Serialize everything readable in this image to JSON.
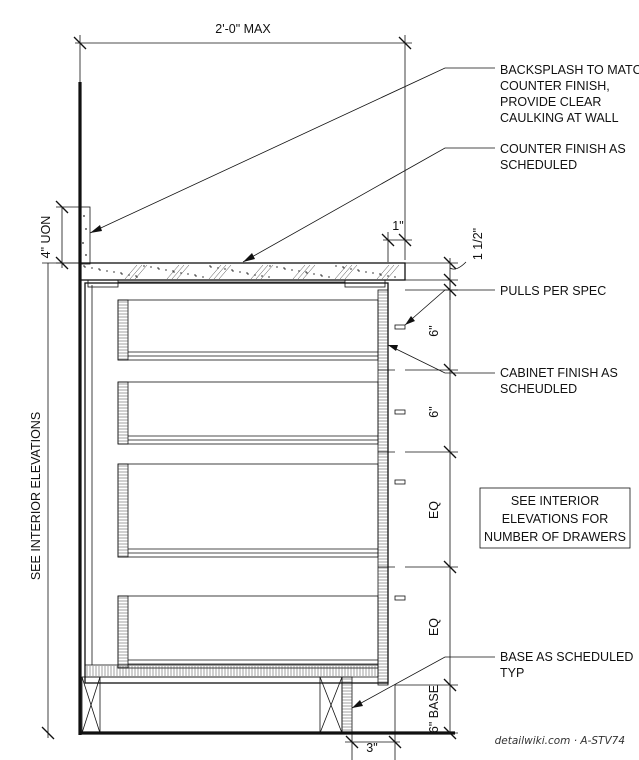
{
  "dimensions": {
    "max_width": "2'-0\" MAX",
    "backsplash_height": "4\" UON",
    "overhang": "1\"",
    "counter_thickness": "1 1/2\"",
    "drawer_1": "6\"",
    "drawer_2": "6\"",
    "drawer_3": "EQ",
    "drawer_4": "EQ",
    "base_height": "6\" BASE",
    "toe_recess": "3\"",
    "overall_height": "SEE INTERIOR ELEVATIONS"
  },
  "callouts": {
    "backsplash": [
      "BACKSPLASH TO MATC",
      "COUNTER FINISH,",
      "PROVIDE CLEAR",
      "CAULKING AT WALL"
    ],
    "counter_finish": [
      "COUNTER FINISH AS",
      "SCHEDULED"
    ],
    "pulls": [
      "PULLS PER SPEC"
    ],
    "cabinet_finish": [
      "CABINET FINISH AS",
      "SCHEUDLED"
    ],
    "base": [
      "BASE AS SCHEDULED",
      "TYP"
    ]
  },
  "boxed_note": [
    "SEE INTERIOR",
    "ELEVATIONS FOR",
    "NUMBER OF DRAWERS"
  ],
  "sheet_ref": "detailwiki.com · A-STV74"
}
